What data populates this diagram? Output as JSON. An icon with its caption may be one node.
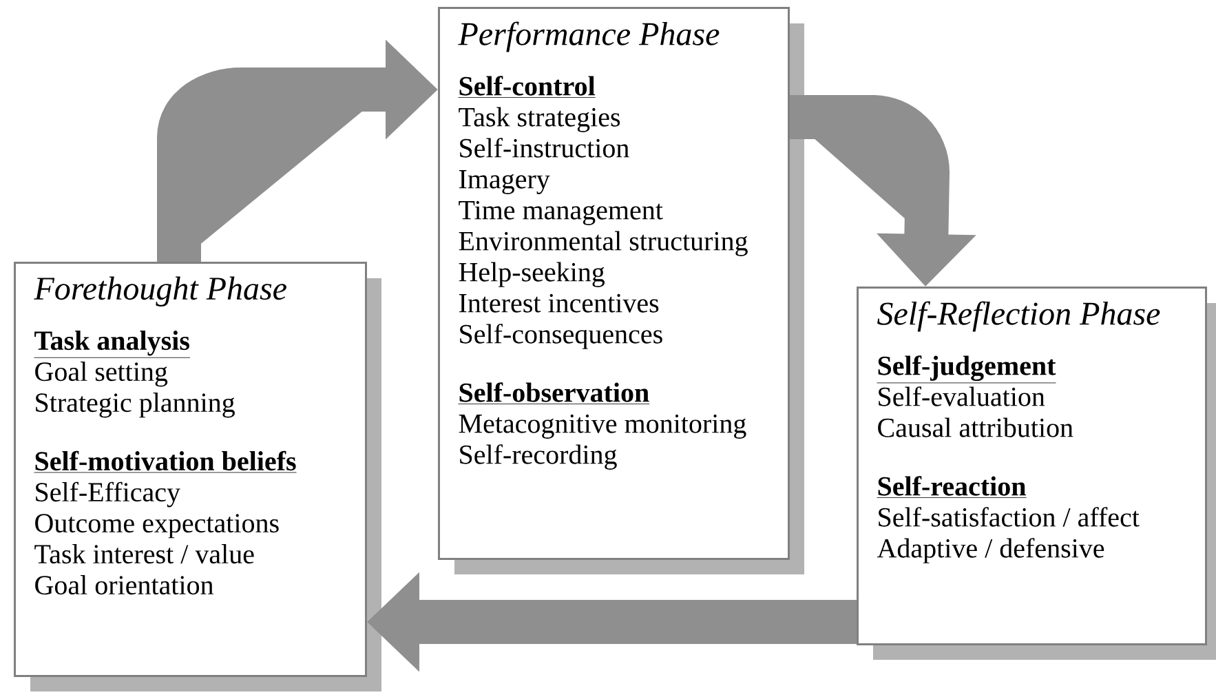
{
  "diagram": {
    "nodes": [
      {
        "text": [
          "Forethought Phase",
          "Task analysis",
          "Goal setting",
          "Strategic planning",
          "Self-motivation beliefs",
          "Self-Efficacy",
          "Outcome expectations",
          "Task interest / value",
          "Goal orientation"
        ]
      },
      {
        "text": [
          "Performance Phase",
          "Self-control",
          "Task strategies",
          "Self-instruction",
          "Imagery",
          "Time management",
          "Environmental structuring",
          "Help-seeking",
          "Interest incentives",
          "Self-consequences",
          "Self-observation",
          "Metacognitive monitoring",
          "Self-recording"
        ]
      },
      {
        "text": [
          "Self-Reflection Phase",
          "Self-judgement",
          "Self-evaluation",
          "Causal attribution",
          "Self-reaction",
          "Self-satisfaction / affect",
          "Adaptive / defensive"
        ]
      }
    ],
    "edges": [
      {
        "from": 0,
        "to": 1,
        "arrow": "to"
      },
      {
        "from": 1,
        "to": 2,
        "arrow": "to"
      },
      {
        "from": 2,
        "to": 0,
        "arrow": "to"
      }
    ]
  }
}
